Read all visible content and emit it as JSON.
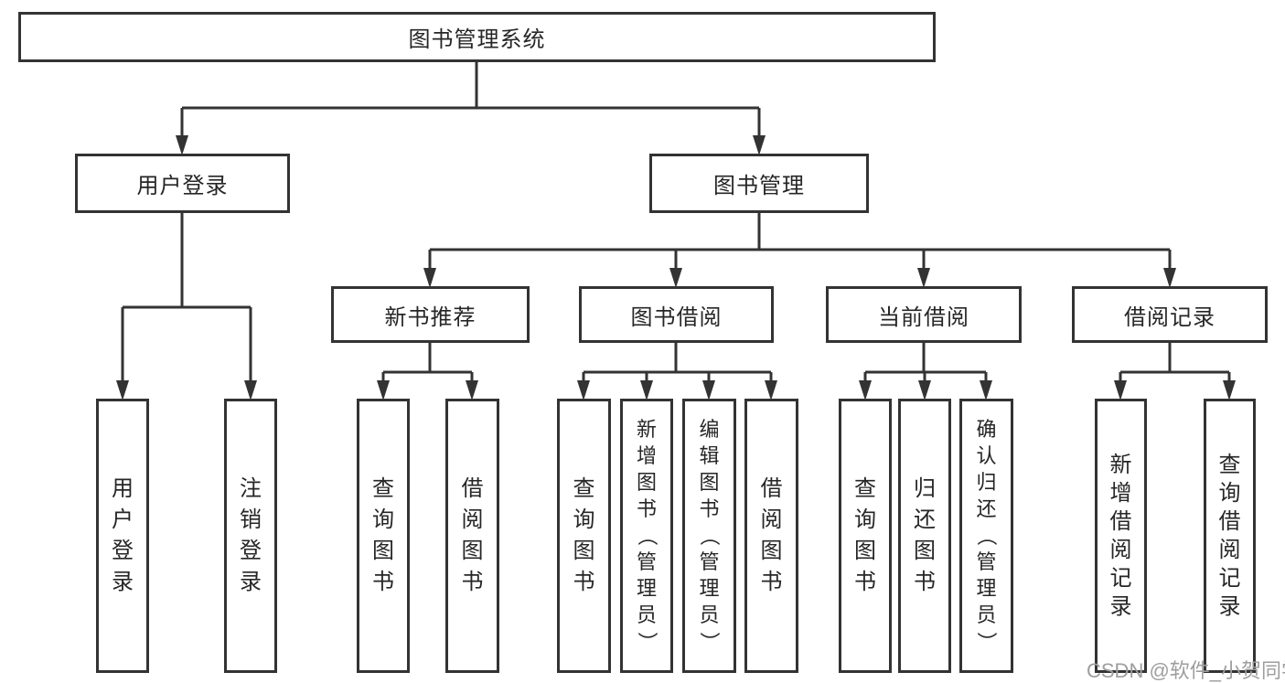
{
  "diagram": {
    "type": "tree",
    "title": "图书管理系统",
    "watermark": "CSDN @软件_小贺同学",
    "colors": {
      "background": "#ffffff",
      "line": "#333333",
      "box_border": "#333333",
      "box_fill": "#ffffff",
      "text": "#262626",
      "watermark": "#9e9e9e"
    },
    "nodes": [
      {
        "id": "root",
        "label": "图书管理系统",
        "parent": null
      },
      {
        "id": "user-login",
        "label": "用户登录",
        "parent": "root"
      },
      {
        "id": "book-mgmt",
        "label": "图书管理",
        "parent": "root"
      },
      {
        "id": "ul-login",
        "label": "用户登录",
        "parent": "user-login"
      },
      {
        "id": "ul-logout",
        "label": "注销登录",
        "parent": "user-login"
      },
      {
        "id": "new-book-rec",
        "label": "新书推荐",
        "parent": "book-mgmt"
      },
      {
        "id": "book-borrow",
        "label": "图书借阅",
        "parent": "book-mgmt"
      },
      {
        "id": "current-borrow",
        "label": "当前借阅",
        "parent": "book-mgmt"
      },
      {
        "id": "borrow-records",
        "label": "借阅记录",
        "parent": "book-mgmt"
      },
      {
        "id": "nbr-query",
        "label": "查询图书",
        "parent": "new-book-rec"
      },
      {
        "id": "nbr-borrow",
        "label": "借阅图书",
        "parent": "new-book-rec"
      },
      {
        "id": "bb-query",
        "label": "查询图书",
        "parent": "book-borrow"
      },
      {
        "id": "bb-add",
        "label": "新增图书（管理员）",
        "parent": "book-borrow"
      },
      {
        "id": "bb-edit",
        "label": "编辑图书（管理员）",
        "parent": "book-borrow"
      },
      {
        "id": "bb-borrow",
        "label": "借阅图书",
        "parent": "book-borrow"
      },
      {
        "id": "cb-query",
        "label": "查询图书",
        "parent": "current-borrow"
      },
      {
        "id": "cb-return",
        "label": "归还图书",
        "parent": "current-borrow"
      },
      {
        "id": "cb-confirm",
        "label": "确认归还（管理员）",
        "parent": "current-borrow"
      },
      {
        "id": "br-add",
        "label": "新增借阅记录",
        "parent": "borrow-records"
      },
      {
        "id": "br-query",
        "label": "查询借阅记录",
        "parent": "borrow-records"
      }
    ]
  }
}
